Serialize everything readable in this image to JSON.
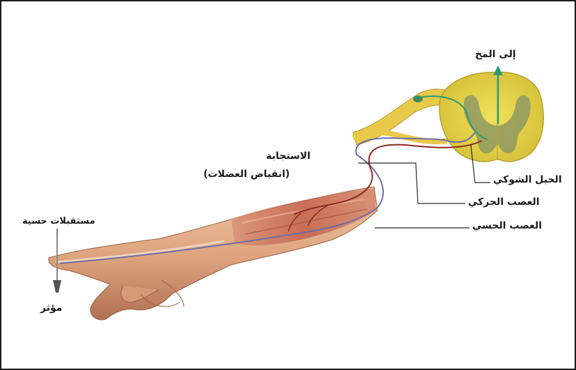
{
  "labels": {
    "to_brain": "إلى المخ",
    "spinal_cord": "الحبل الشوكي",
    "motor_nerve": "العصب الحركي",
    "sensory_nerve": "العصب الحسي",
    "response": "الاستجابة",
    "muscle_contraction": "(انقباض العضلات)",
    "sensory_receptors": "مستقبلات حسية",
    "stimulus": "مؤثر"
  },
  "colors": {
    "border": "#1a1a1a",
    "skin": "#e3b08a",
    "skin_shadow": "#b8785a",
    "muscle": "#c96e5c",
    "spinal_white_matter": "#e6d24a",
    "spinal_grey_matter": "#8f9a62",
    "nerve_root": "#e8c94a",
    "motor_nerve": "#8b2a1e",
    "sensory_nerve": "#6e6fa8",
    "ascending_arrow": "#2f9a78",
    "label_lines": "#2a2a2a"
  }
}
